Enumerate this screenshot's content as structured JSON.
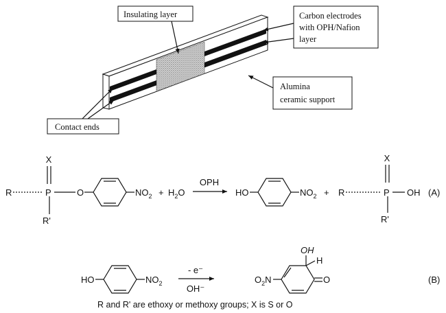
{
  "callouts": {
    "insulating": "Insulating layer",
    "carbon_1": "Carbon electrodes",
    "carbon_2": "with OPH/Nafion",
    "carbon_3": "layer",
    "alumina_1": "Alumina",
    "alumina_2": "ceramic support",
    "contact": "Contact ends"
  },
  "reaction_a": {
    "x": "X",
    "r": "R",
    "r_prime": "R'",
    "p": "P",
    "o": "O",
    "no": "NO",
    "two": "2",
    "plus": "+",
    "h": "H",
    "o_water": "O",
    "catalyst": "OPH",
    "ho": "HO",
    "oh": "OH",
    "label": "(A)"
  },
  "reaction_b": {
    "ho": "HO",
    "no": "NO",
    "two": "2",
    "arrow_top": "- e⁻",
    "arrow_bottom": "OH⁻",
    "o2n_o": "O",
    "o2n_n": "N",
    "oh": "OH",
    "h": "H",
    "o": "O",
    "label": "(B)"
  },
  "footnote": "R and R' are ethoxy or methoxy groups; X is S or O"
}
